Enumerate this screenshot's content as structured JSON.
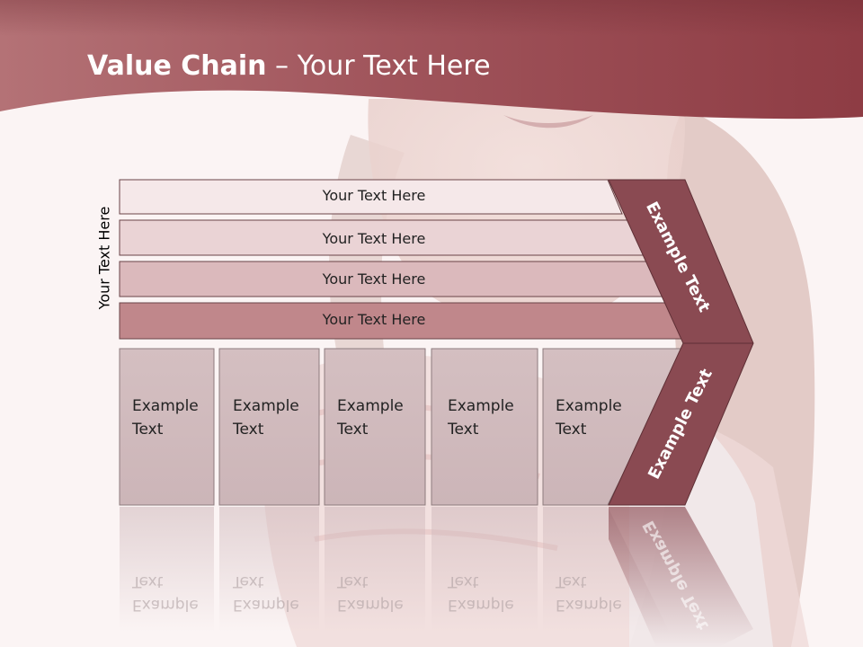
{
  "title": {
    "bold": "Value Chain",
    "rest": " – Your Text Here"
  },
  "side_label": "Your Text Here",
  "rows": [
    {
      "label": "Your Text Here"
    },
    {
      "label": "Your Text Here"
    },
    {
      "label": "Your Text Here"
    },
    {
      "label": "Your Text Here"
    }
  ],
  "cells": [
    {
      "label": "Example\nText"
    },
    {
      "label": "Example\nText"
    },
    {
      "label": "Example\nText"
    },
    {
      "label": "Example\nText"
    },
    {
      "label": "Example\nText"
    }
  ],
  "chevron": {
    "upper_label": "Example Text",
    "lower_label": "Example Text"
  },
  "colors": {
    "header_band": "#9b4a52",
    "chevron": "#8a4a52",
    "row_1": "#f5e8e9",
    "row_2": "#ead3d5",
    "row_3": "#dbb9bc",
    "row_4": "#c0878b",
    "cell": "#d7c2c4"
  }
}
